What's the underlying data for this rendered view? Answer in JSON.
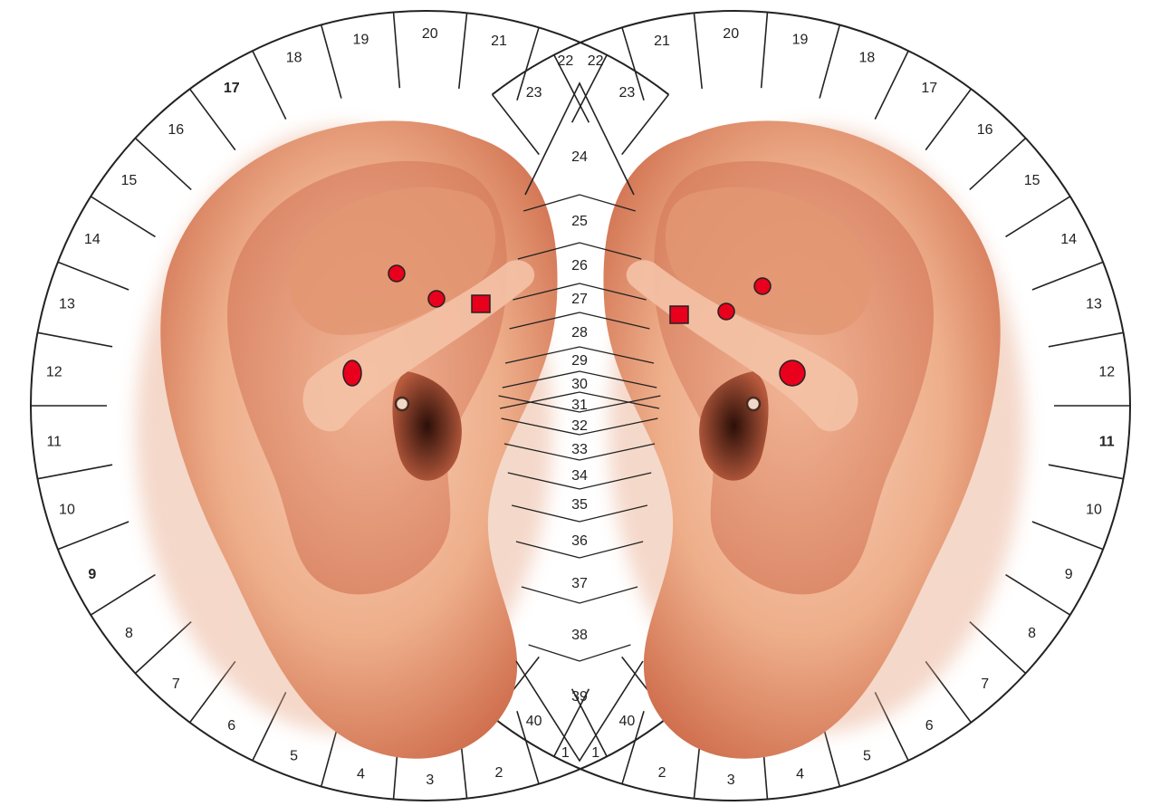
{
  "diagram": {
    "left_ring_labels": [
      "40",
      "1",
      "2",
      "3",
      "4",
      "5",
      "6",
      "7",
      "8",
      "9",
      "10",
      "11",
      "12",
      "13",
      "14",
      "15",
      "16",
      "17",
      "18",
      "19",
      "20",
      "21",
      "22",
      "23"
    ],
    "right_ring_labels": [
      "40",
      "1",
      "2",
      "3",
      "4",
      "5",
      "6",
      "7",
      "8",
      "9",
      "10",
      "11",
      "12",
      "13",
      "14",
      "15",
      "16",
      "17",
      "18",
      "19",
      "20",
      "21",
      "22",
      "23"
    ],
    "left_bold": [
      "9",
      "17"
    ],
    "right_bold": [
      "11"
    ],
    "center_labels": [
      "24",
      "25",
      "26",
      "27",
      "28",
      "29",
      "30",
      "31",
      "32",
      "33",
      "34",
      "35",
      "36",
      "37",
      "38",
      "39"
    ],
    "colors": {
      "skin_light": "#f6c9ad",
      "skin_mid": "#e9a27d",
      "skin_dark": "#c9684a",
      "canal": "#3a1a12",
      "marker": "#e8001c",
      "line": "#222222"
    },
    "markers": [
      {
        "side": "left",
        "shape": "dot"
      },
      {
        "side": "left",
        "shape": "dot"
      },
      {
        "side": "left",
        "shape": "square"
      },
      {
        "side": "left",
        "shape": "oval"
      },
      {
        "side": "left",
        "shape": "hollow-dot"
      },
      {
        "side": "right",
        "shape": "dot"
      },
      {
        "side": "right",
        "shape": "dot"
      },
      {
        "side": "right",
        "shape": "square"
      },
      {
        "side": "right",
        "shape": "large-dot"
      },
      {
        "side": "right",
        "shape": "hollow-dot"
      }
    ]
  }
}
